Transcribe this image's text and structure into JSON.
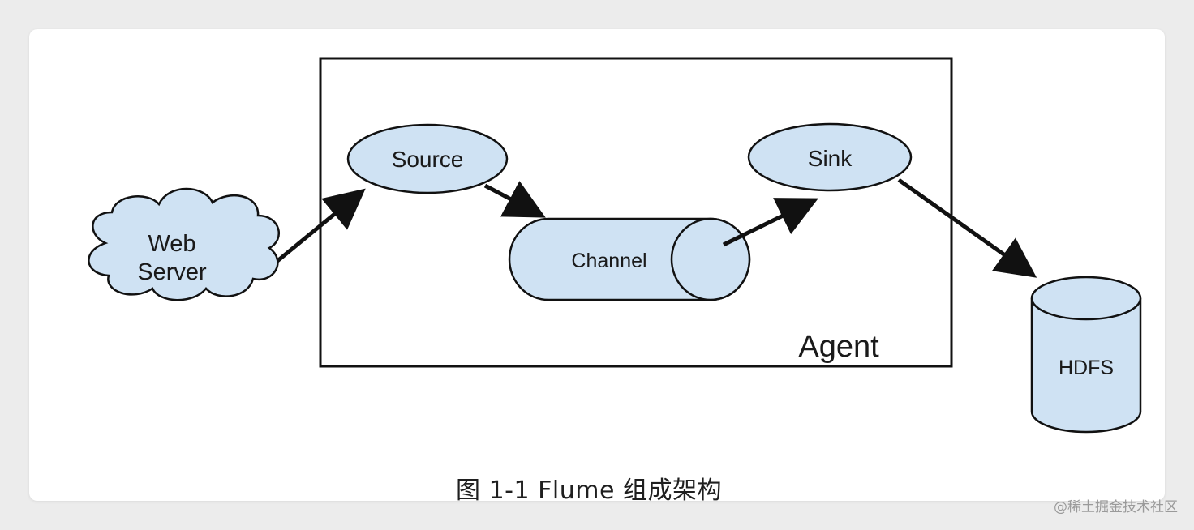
{
  "diagram": {
    "nodes": {
      "web_server_line1": "Web",
      "web_server_line2": "Server",
      "source": "Source",
      "channel": "Channel",
      "sink": "Sink",
      "hdfs": "HDFS",
      "agent": "Agent"
    },
    "colors": {
      "node_fill": "#cfe2f3",
      "stroke": "#111111",
      "background": "#ececec",
      "card": "#ffffff"
    },
    "caption": "图 1-1 Flume 组成架构"
  },
  "watermark": "@稀土掘金技术社区"
}
